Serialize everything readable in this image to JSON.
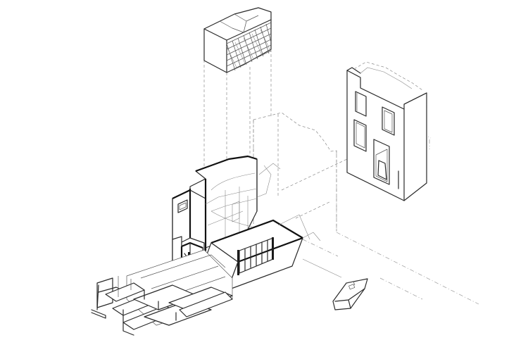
{
  "diagram": {
    "background_color": "#ffffff",
    "line_color": "#2a2a2a",
    "components": [
      {
        "name": "roof-lattice-volume"
      },
      {
        "name": "neighbour-facade"
      },
      {
        "name": "house-core-volume"
      },
      {
        "name": "courtyard-glazing"
      },
      {
        "name": "landscape-steps"
      },
      {
        "name": "detached-object"
      }
    ]
  }
}
